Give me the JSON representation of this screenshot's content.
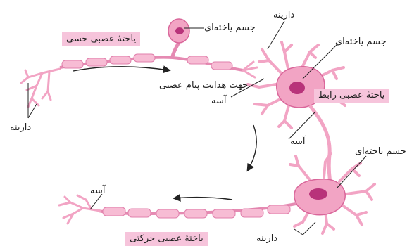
{
  "labels": {
    "sensory_neuron": "یاختهٔ عصبی حسی",
    "interneuron": "یاختهٔ عصبی رابط",
    "motor_neuron": "یاختهٔ عصبی حرکتی",
    "cell_body_top": "جسم یاخته‌ای",
    "cell_body_inter": "جسم یاخته‌ای",
    "cell_body_motor": "جسم یاخته‌ای",
    "dendrite_top": "دارینه",
    "dendrite_left": "دارینه",
    "dendrite_bottom": "دارینه",
    "axon_inter": "آسه",
    "axon_mid": "آسه",
    "axon_motor": "آسه",
    "signal_direction": "جهت هدایت پیام عصبی"
  },
  "colors": {
    "neuron_fill": "#f2a4c4",
    "neuron_stroke": "#d9669a",
    "nucleus": "#b8337a",
    "label_bg": "#f6c4db"
  }
}
